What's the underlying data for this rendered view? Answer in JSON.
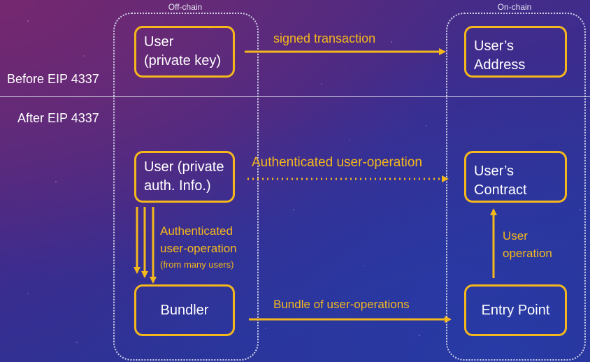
{
  "regions": {
    "off_chain_label": "Off-chain",
    "on_chain_label": "On-chain"
  },
  "sections": {
    "before": "Before EIP 4337",
    "after": "After EIP 4337"
  },
  "boxes": {
    "user_private_key": [
      "User",
      "(private key)"
    ],
    "users_address": [
      "User’s",
      "Address"
    ],
    "user_private_auth": [
      "User (private",
      "auth. Info.)"
    ],
    "users_contract": [
      "User’s",
      "Contract"
    ],
    "bundler": "Bundler",
    "entry_point": "Entry Point"
  },
  "arrows": {
    "signed_transaction": "signed transaction",
    "authenticated_user_operation": "Authenticated user-operation",
    "bundle": "Bundle of user-operations",
    "many_users": [
      "Authenticated",
      "user-operation",
      "(from many users)"
    ],
    "user_operation": [
      "User",
      "operation"
    ]
  },
  "colors": {
    "accent": "#f5b81c",
    "text": "#ffffff",
    "region_border": "#cfd2e8"
  }
}
